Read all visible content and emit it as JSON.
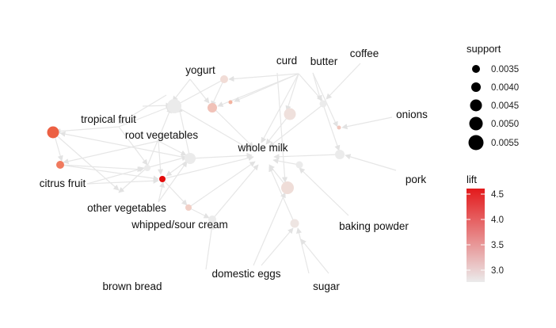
{
  "graph": {
    "items": [
      "curd",
      "butter",
      "coffee",
      "yogurt",
      "onions",
      "tropical fruit",
      "root vegetables",
      "whole milk",
      "citrus fruit",
      "pork",
      "other vegetables",
      "whipped/sour cream",
      "baking powder",
      "domestic eggs",
      "brown bread",
      "sugar"
    ]
  },
  "legend": {
    "support_title": "support",
    "support_labels": [
      "0.0035",
      "0.0040",
      "0.0045",
      "0.0050",
      "0.0055"
    ],
    "lift_title": "lift",
    "lift_labels": [
      "4.5",
      "4.0",
      "3.5",
      "3.0"
    ],
    "lift_gradient": {
      "low_color": "#ebebeb",
      "high_color": "#e31a1c"
    }
  },
  "colors": {
    "edge": "#e6e6e6",
    "rule_low": "#ebebeb",
    "rule_high": "#e31a1c",
    "text": "#111111"
  }
}
